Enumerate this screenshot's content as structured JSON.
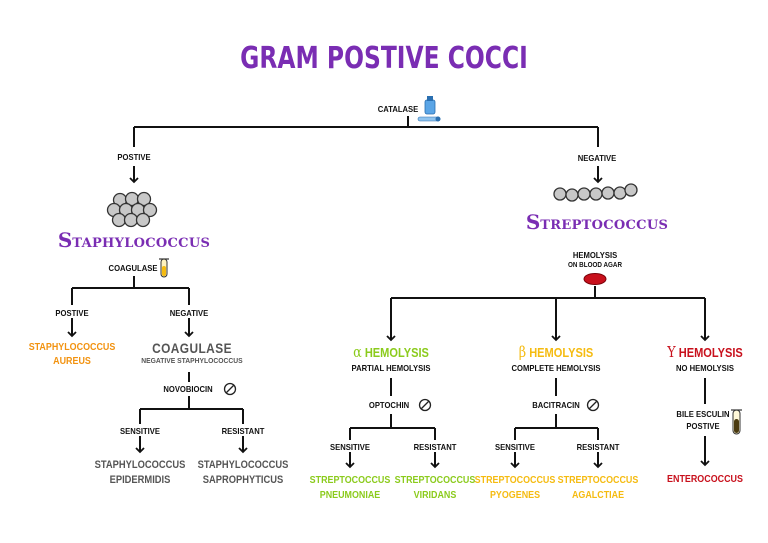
{
  "title": "GRAM POSTIVE COCCI",
  "catalase": "CATALASE",
  "positive_branch": "POSTIVE",
  "negative_branch": "NEGATIVE",
  "staph": {
    "cap": "S",
    "rest": "TAPHYLOCOCCUS"
  },
  "strep": {
    "cap": "S",
    "rest": "TREPTOCOCCUS"
  },
  "coagulase": "COAGULASE",
  "staph_pos": "POSTIVE",
  "staph_neg": "NEGATIVE",
  "staph_aureus": [
    "STAPHYLOCOCCUS",
    "AUREUS"
  ],
  "cns_title": "COAGULASE",
  "cns_sub": "NEGATIVE STAPHYLOCOCCUS",
  "novobiocin": "NOVOBIOCIN",
  "novo_sensitive": "SENSITIVE",
  "novo_resistant": "RESISTANT",
  "epidermidis": [
    "STAPHYLOCOCCUS",
    "EPIDERMIDIS"
  ],
  "saprophyticus": [
    "STAPHYLOCOCCUS",
    "SAPROPHYTICUS"
  ],
  "hemolysis": "HEMOLYSIS",
  "on_blood_agar": "ON BLOOD AGAR",
  "alpha": {
    "greek": "α",
    "label": "HEMOLYSIS",
    "sub": "PARTIAL HEMOLYSIS"
  },
  "beta": {
    "greek": "β",
    "label": "HEMOLYSIS",
    "sub": "COMPLETE HEMOLYSIS"
  },
  "gamma": {
    "greek": "Y",
    "label": "HEMOLYSIS",
    "sub": "NO HEMOLYSIS"
  },
  "optochin": "OPTOCHIN",
  "bacitracin": "BACITRACIN",
  "opto_sensitive": "SENSITIVE",
  "opto_resistant": "RESISTANT",
  "baci_sensitive": "SENSITIVE",
  "baci_resistant": "RESISTANT",
  "pneumoniae": [
    "STREPTOCOCCUS",
    "PNEUMONIAE"
  ],
  "viridans": [
    "STREPTOCOCCUS",
    "VIRIDANS"
  ],
  "pyogenes": [
    "STREPTOCOCCUS",
    "PYOGENES"
  ],
  "agalctiae": [
    "STREPTOCOCCUS",
    "AGALCTIAE"
  ],
  "bile_esculin": "BILE ESCULIN",
  "bile_positive": "POSTIVE",
  "enterococcus": "ENTEROCOCCUS",
  "colors": {
    "purple": "#7a2db3",
    "orange": "#f2920f",
    "green": "#8bcb1c",
    "yellow": "#f5bb10",
    "red": "#c8101c",
    "gray": "#555555"
  }
}
